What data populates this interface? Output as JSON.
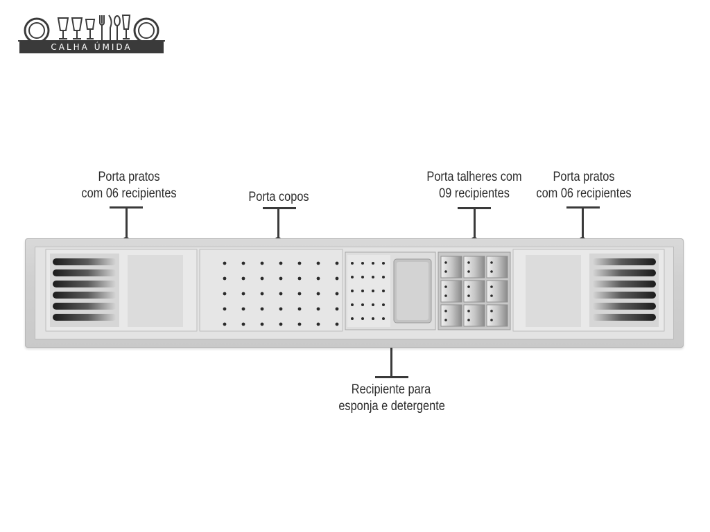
{
  "brand": {
    "name": "CALHA ÚMIDA"
  },
  "callouts": {
    "plates_left": {
      "line1": "Porta pratos",
      "line2": "com 06 recipientes"
    },
    "cups": {
      "line1": "Porta copos"
    },
    "cutlery": {
      "line1": "Porta talheres com",
      "line2": "09 recipientes"
    },
    "plates_right": {
      "line1": "Porta pratos",
      "line2": "com 06 recipientes"
    },
    "sponge": {
      "line1": "Recipiente para",
      "line2": "esponja e detergente"
    }
  },
  "colors": {
    "text": "#2b2b2b",
    "leader": "#3a3a3a",
    "steel": "#d4d4d4",
    "slot_dark": "#1e1e1e"
  }
}
